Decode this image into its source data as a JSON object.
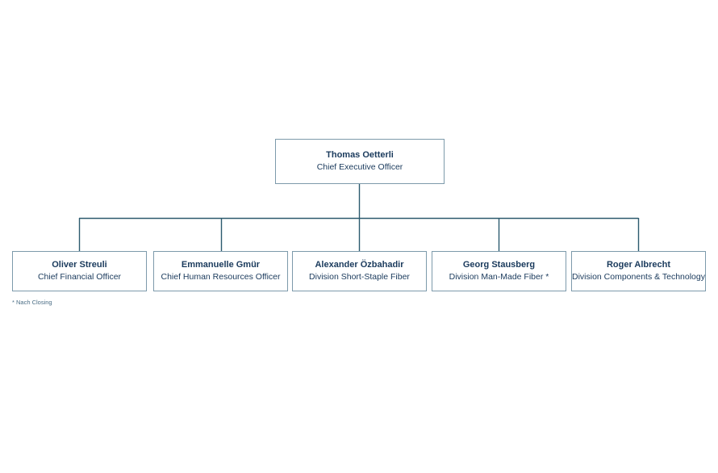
{
  "chart": {
    "type": "org-chart",
    "root": {
      "name": "Thomas Oetterli",
      "title": "Chief Executive Officer"
    },
    "reports": [
      {
        "name": "Oliver Streuli",
        "title": "Chief Financial Officer"
      },
      {
        "name": "Emmanuelle Gmür",
        "title": "Chief Human Resources Officer"
      },
      {
        "name": "Alexander Özbahadir",
        "title": "Division Short-Staple Fiber"
      },
      {
        "name": "Georg Stausberg",
        "title": "Division Man-Made Fiber *"
      },
      {
        "name": "Roger Albrecht",
        "title": "Division Components & Technology"
      }
    ],
    "footnote": "* Nach Closing",
    "colors": {
      "box_border": "#7d9aab",
      "connector": "#2c5a6e",
      "text": "#1a3a5c",
      "footnote_text": "#4a6d85",
      "background": "#ffffff"
    }
  }
}
